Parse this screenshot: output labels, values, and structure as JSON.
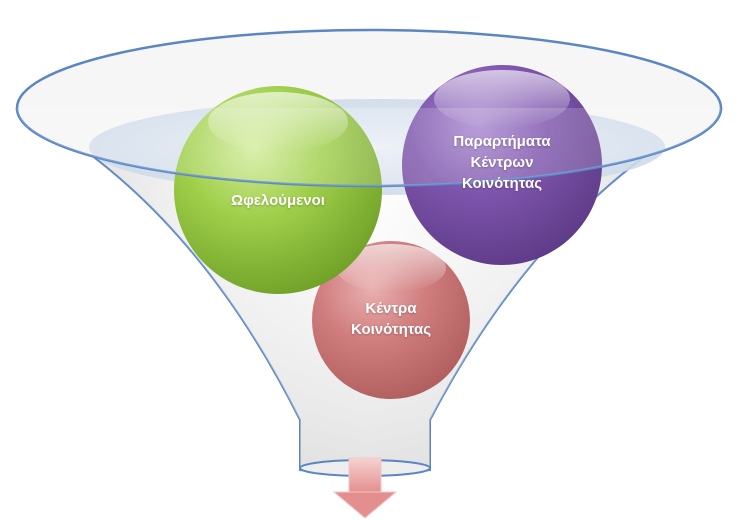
{
  "diagram": {
    "nodes": [
      {
        "id": "beneficiaries",
        "label": "Ωφελούμενοι",
        "color": "#8fc43c"
      },
      {
        "id": "community-center-branches",
        "label": "Παραρτήματα\nΚέντρων\nΚοινότητας",
        "color": "#7b4fa7"
      },
      {
        "id": "community-centers",
        "label": "Κέντρα\nΚοινότητας",
        "color": "#d27f80"
      }
    ],
    "container": {
      "shape": "funnel",
      "outline_color": "#5a86c4",
      "fill_color": "#e4e4e4"
    },
    "arrow": {
      "direction": "down",
      "color": "#e89c9c"
    }
  }
}
